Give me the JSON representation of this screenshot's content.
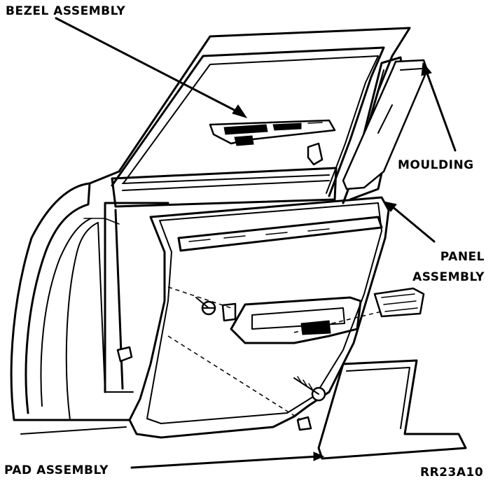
{
  "labels": {
    "bezel": "BEZEL ASSEMBLY",
    "moulding": "MOULDING",
    "panel_line1": "PANEL",
    "panel_line2": "ASSEMBLY",
    "pad": "PAD ASSEMBLY",
    "code": "RR23A10"
  }
}
